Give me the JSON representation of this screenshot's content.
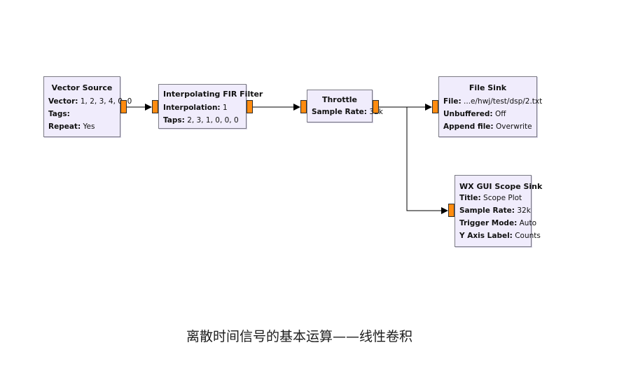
{
  "blocks": {
    "vector_source": {
      "title": "Vector Source",
      "params": [
        {
          "name": "Vector:",
          "value": " 1, 2, 3, 4, 0, 0"
        },
        {
          "name": "Tags:",
          "value": ""
        },
        {
          "name": "Repeat:",
          "value": " Yes"
        }
      ]
    },
    "fir_filter": {
      "title": "Interpolating FIR Filter",
      "params": [
        {
          "name": "Interpolation:",
          "value": " 1"
        },
        {
          "name": "Taps:",
          "value": " 2, 3, 1, 0, 0, 0"
        }
      ]
    },
    "throttle": {
      "title": "Throttle",
      "params": [
        {
          "name": "Sample Rate:",
          "value": " 32k"
        }
      ]
    },
    "file_sink": {
      "title": "File Sink",
      "params": [
        {
          "name": "File:",
          "value": " ...e/hwj/test/dsp/2.txt"
        },
        {
          "name": "Unbuffered:",
          "value": " Off"
        },
        {
          "name": "Append file:",
          "value": " Overwrite"
        }
      ]
    },
    "scope_sink": {
      "title": "WX GUI Scope Sink",
      "params": [
        {
          "name": "Title:",
          "value": " Scope Plot"
        },
        {
          "name": "Sample Rate:",
          "value": " 32k"
        },
        {
          "name": "Trigger Mode:",
          "value": " Auto"
        },
        {
          "name": "Y Axis Label:",
          "value": " Counts"
        }
      ]
    }
  },
  "caption": "离散时间信号的基本运算——线性卷积",
  "colors": {
    "block_fill": "#f0ecfc",
    "block_border": "#7b7b84",
    "port_fill": "#ff8b0f",
    "wire": "#000000"
  }
}
